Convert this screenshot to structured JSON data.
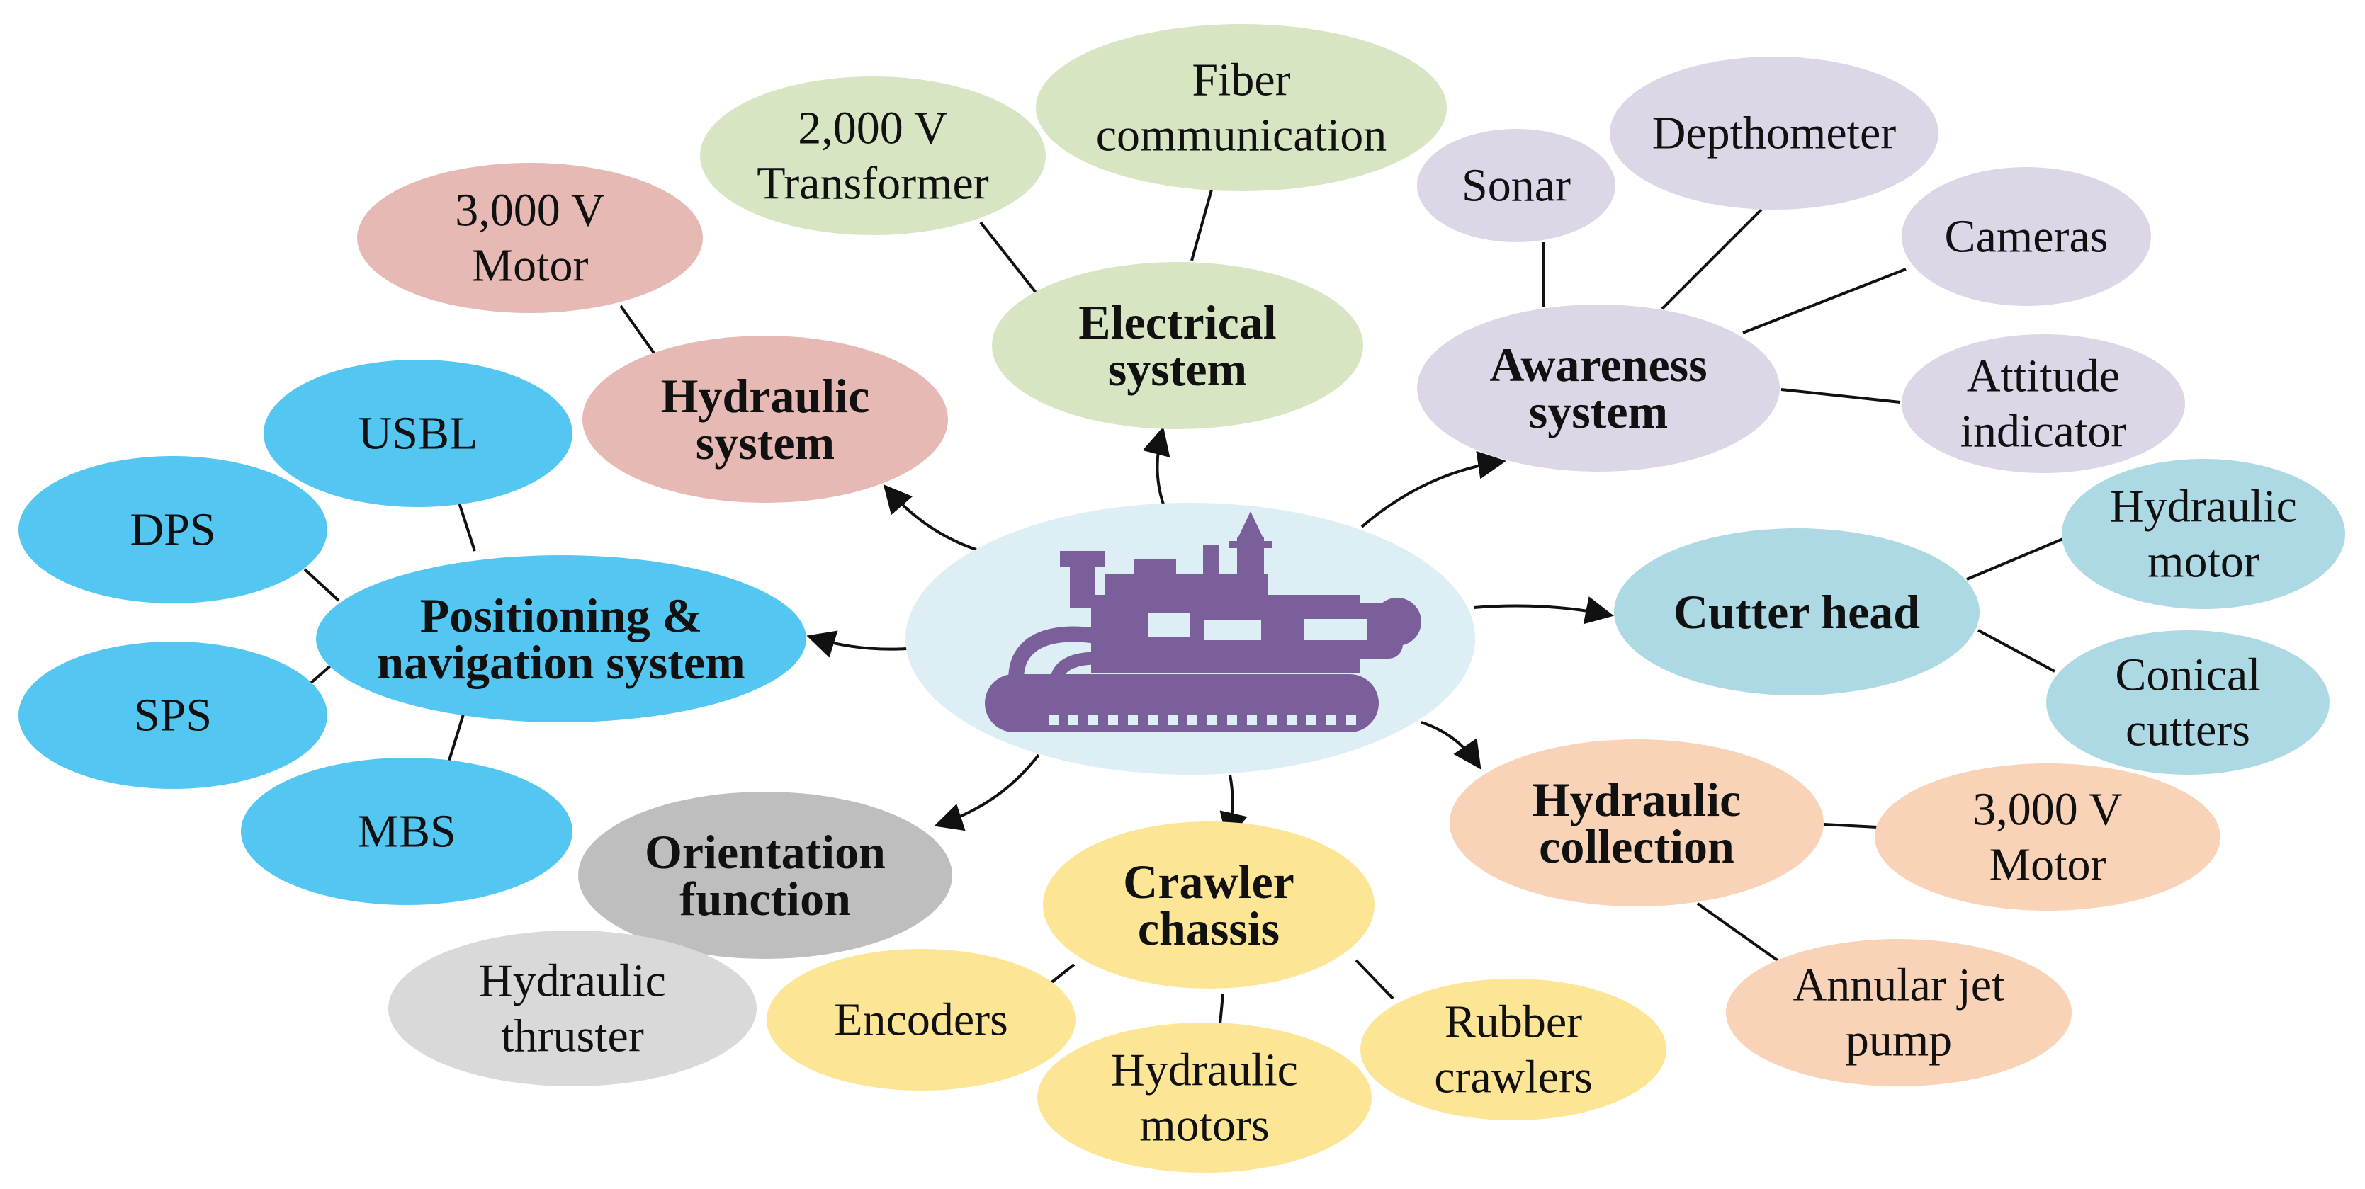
{
  "center": {
    "icon": "crawler-robot-icon",
    "fill": "#ddeef5",
    "icon_color": "#7a5f9a"
  },
  "colors": {
    "positioning": "#54c6f2",
    "hydraulic_system": "#e6b9b5",
    "electrical": "#d8e5c3",
    "awareness": "#ddd6e6",
    "cutter": "#acd9e4",
    "collection": "#f9d3b7",
    "crawler": "#fde596",
    "orientation": "#bebebe",
    "orientation_sub": "#d9d9d9"
  },
  "nodes": [
    {
      "id": "positioning-navigation-system",
      "main": true,
      "group": "positioning",
      "lines": [
        "Positioning &",
        "navigation system"
      ]
    },
    {
      "id": "usbl",
      "group": "positioning",
      "lines": [
        "USBL"
      ]
    },
    {
      "id": "dps",
      "group": "positioning",
      "lines": [
        "DPS"
      ]
    },
    {
      "id": "sps",
      "group": "positioning",
      "lines": [
        "SPS"
      ]
    },
    {
      "id": "mbs",
      "group": "positioning",
      "lines": [
        "MBS"
      ]
    },
    {
      "id": "hydraulic-system",
      "main": true,
      "group": "hydraulic_system",
      "lines": [
        "Hydraulic",
        "system"
      ]
    },
    {
      "id": "motor-3000v-hydraulic",
      "group": "hydraulic_system",
      "lines": [
        "3,000 V",
        "Motor"
      ]
    },
    {
      "id": "electrical-system",
      "main": true,
      "group": "electrical",
      "lines": [
        "Electrical",
        "system"
      ]
    },
    {
      "id": "transformer-2000v",
      "group": "electrical",
      "lines": [
        "2,000 V",
        "Transformer"
      ]
    },
    {
      "id": "fiber-communication",
      "group": "electrical",
      "lines": [
        "Fiber",
        "communication"
      ]
    },
    {
      "id": "awareness-system",
      "main": true,
      "group": "awareness",
      "lines": [
        "Awareness",
        "system"
      ]
    },
    {
      "id": "sonar",
      "group": "awareness",
      "lines": [
        "Sonar"
      ]
    },
    {
      "id": "depthometer",
      "group": "awareness",
      "lines": [
        "Depthometer"
      ]
    },
    {
      "id": "cameras",
      "group": "awareness",
      "lines": [
        "Cameras"
      ]
    },
    {
      "id": "attitude-indicator",
      "group": "awareness",
      "lines": [
        "Attitude",
        "indicator"
      ]
    },
    {
      "id": "cutter-head",
      "main": true,
      "group": "cutter",
      "lines": [
        "Cutter head"
      ]
    },
    {
      "id": "hydraulic-motor",
      "group": "cutter",
      "lines": [
        "Hydraulic",
        "motor"
      ]
    },
    {
      "id": "conical-cutters",
      "group": "cutter",
      "lines": [
        "Conical",
        "cutters"
      ]
    },
    {
      "id": "hydraulic-collection",
      "main": true,
      "group": "collection",
      "lines": [
        "Hydraulic",
        "collection"
      ]
    },
    {
      "id": "motor-3000v-collection",
      "group": "collection",
      "lines": [
        "3,000 V",
        "Motor"
      ]
    },
    {
      "id": "annular-jet-pump",
      "group": "collection",
      "lines": [
        "Annular jet",
        "pump"
      ]
    },
    {
      "id": "crawler-chassis",
      "main": true,
      "group": "crawler",
      "lines": [
        "Crawler",
        "chassis"
      ]
    },
    {
      "id": "encoders",
      "group": "crawler",
      "lines": [
        "Encoders"
      ]
    },
    {
      "id": "hydraulic-motors",
      "group": "crawler",
      "lines": [
        "Hydraulic",
        "motors"
      ]
    },
    {
      "id": "rubber-crawlers",
      "group": "crawler",
      "lines": [
        "Rubber",
        "crawlers"
      ]
    },
    {
      "id": "orientation-function",
      "main": true,
      "group": "orientation",
      "lines": [
        "Orientation",
        "function"
      ]
    },
    {
      "id": "hydraulic-thruster",
      "group": "orientation_sub",
      "lines": [
        "Hydraulic",
        "thruster"
      ]
    }
  ]
}
